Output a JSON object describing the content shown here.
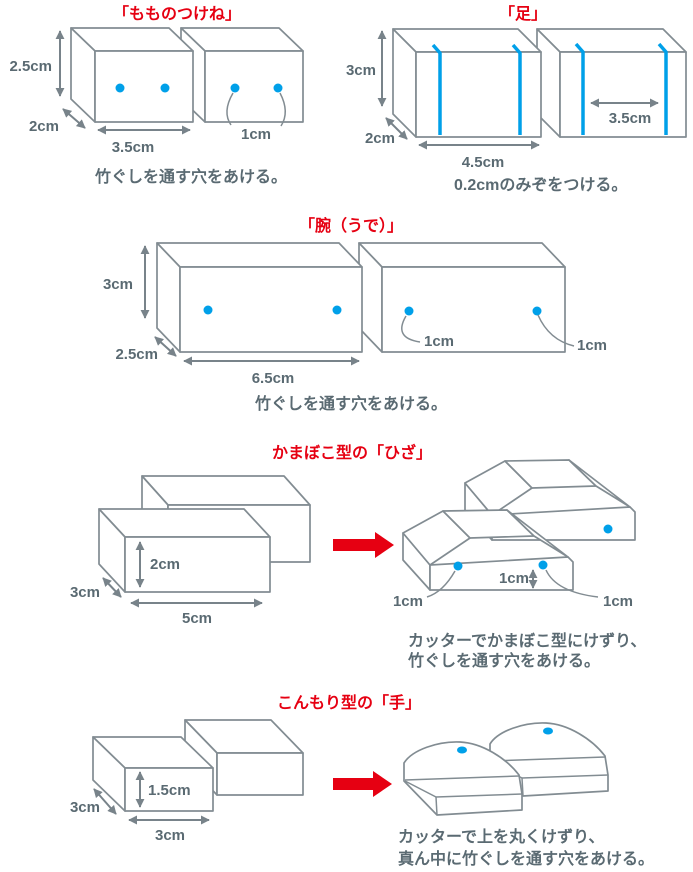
{
  "colors": {
    "title_red": "#e60012",
    "arrow_red": "#e60012",
    "line_gray": "#828c92",
    "text_gray": "#5a6a72",
    "hole_blue": "#00a0e9",
    "background": "#ffffff"
  },
  "sections": {
    "momo": {
      "title": "「もものつけね」",
      "height_label": "2.5cm",
      "depth_label": "2cm",
      "width_label": "3.5cm",
      "hole_label": "1cm",
      "caption": "竹ぐしを通す穴をあける。"
    },
    "ashi": {
      "title": "「足」",
      "height_label": "3cm",
      "depth_label": "2cm",
      "width_label": "4.5cm",
      "groove_span_label": "3.5cm",
      "caption": "0.2cmのみぞをつける。"
    },
    "ude": {
      "title": "「腕（うで）」",
      "height_label": "3cm",
      "depth_label": "2.5cm",
      "width_label": "6.5cm",
      "hole_label_1": "1cm",
      "hole_label_2": "1cm",
      "caption": "竹ぐしを通す穴をあける。"
    },
    "hiza": {
      "title": "かまぼこ型の「ひざ」",
      "height_label": "2cm",
      "depth_label": "3cm",
      "width_label": "5cm",
      "hole_left_label": "1cm",
      "hole_center_label": "1cm",
      "hole_right_label": "1cm",
      "caption_line1": "カッターでかまぼこ型にけずり、",
      "caption_line2": "竹ぐしを通す穴をあける。"
    },
    "te": {
      "title": "こんもり型の「手」",
      "height_label": "1.5cm",
      "depth_label": "3cm",
      "width_label": "3cm",
      "caption_line1": "カッターで上を丸くけずり、",
      "caption_line2": "真ん中に竹ぐしを通す穴をあける。"
    }
  }
}
